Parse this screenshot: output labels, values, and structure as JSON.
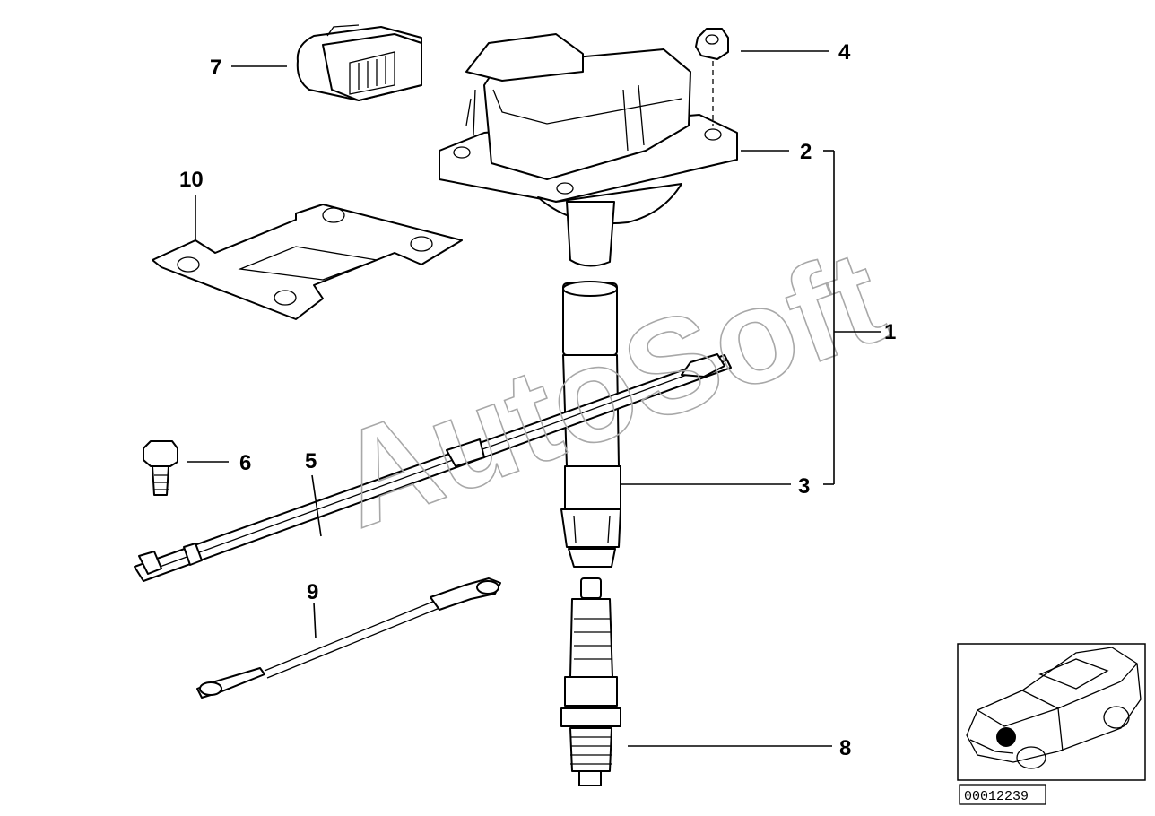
{
  "watermark": "AutoSoft",
  "diagram_id": "00012239",
  "callouts": [
    "1",
    "2",
    "3",
    "4",
    "5",
    "6",
    "7",
    "8",
    "9",
    "10"
  ]
}
